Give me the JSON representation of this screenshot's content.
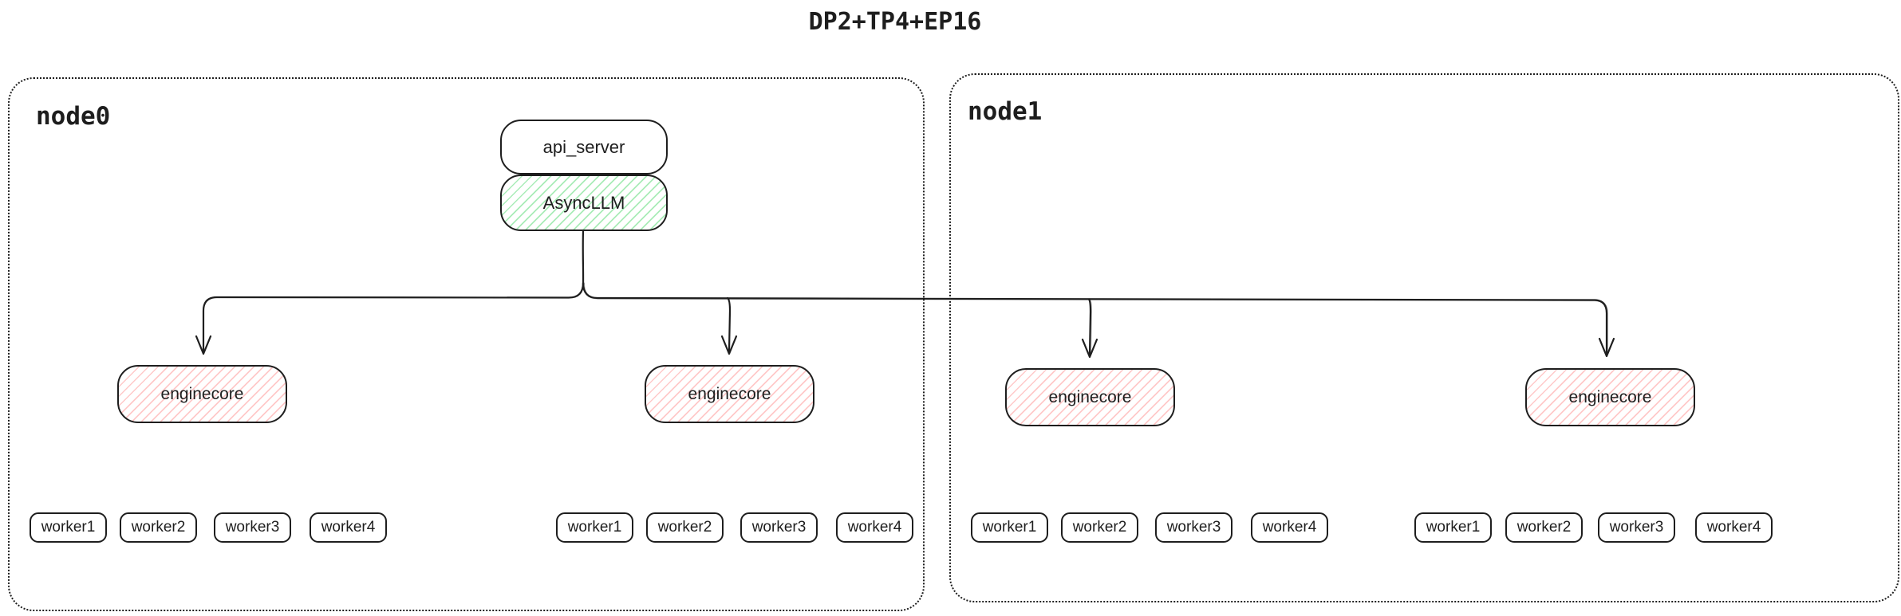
{
  "title": "DP2+TP4+EP16",
  "colors": {
    "ink": "#1e1e1e",
    "background": "#ffffff",
    "green_hatch": "#a9ecb8",
    "red_hatch": "#ffc9c9"
  },
  "nodes": [
    {
      "label": "node0",
      "stack": {
        "api_server": "api_server",
        "async_llm": "AsyncLLM"
      },
      "enginecores": [
        {
          "label": "enginecore",
          "workers": [
            "worker1",
            "worker2",
            "worker3",
            "worker4"
          ]
        },
        {
          "label": "enginecore",
          "workers": [
            "worker1",
            "worker2",
            "worker3",
            "worker4"
          ]
        }
      ]
    },
    {
      "label": "node1",
      "enginecores": [
        {
          "label": "enginecore",
          "workers": [
            "worker1",
            "worker2",
            "worker3",
            "worker4"
          ]
        },
        {
          "label": "enginecore",
          "workers": [
            "worker1",
            "worker2",
            "worker3",
            "worker4"
          ]
        }
      ]
    }
  ]
}
